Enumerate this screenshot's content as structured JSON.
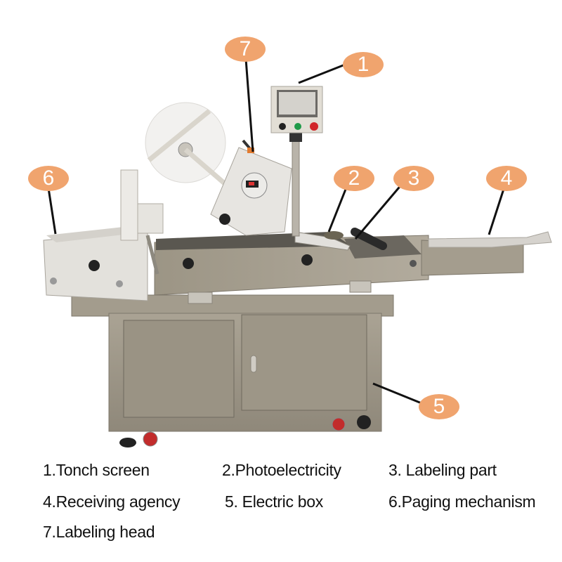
{
  "figure": {
    "subject": "Top labeling machine",
    "accent_color": "#f0a46e",
    "callouts": [
      {
        "num": "1",
        "target": "touch screen control panel"
      },
      {
        "num": "2",
        "target": "photoelectric sensor"
      },
      {
        "num": "3",
        "target": "labeling roller"
      },
      {
        "num": "4",
        "target": "receiving / output tray"
      },
      {
        "num": "5",
        "target": "electric cabinet"
      },
      {
        "num": "6",
        "target": "paging / feeding mechanism"
      },
      {
        "num": "7",
        "target": "labeling head"
      }
    ],
    "legend": [
      "1.Tonch screen",
      "2.Photoelectricity",
      "3. Labeling part",
      "4.Receiving agency",
      "5. Electric box",
      "6.Paging mechanism",
      "7.Labeling head"
    ]
  }
}
